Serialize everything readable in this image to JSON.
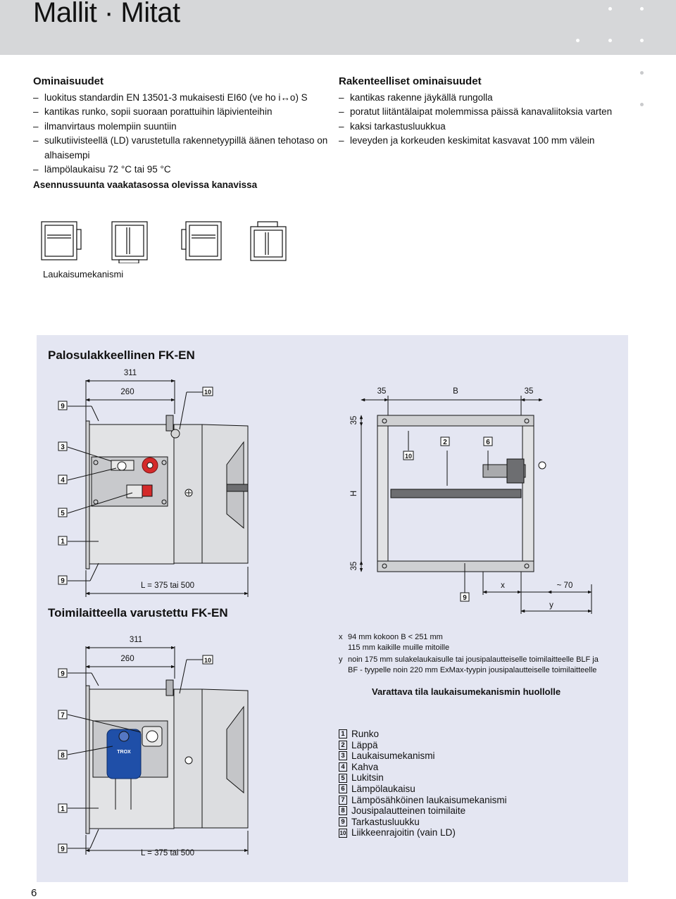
{
  "header": {
    "title": "Mallit · Mitat"
  },
  "features": {
    "heading": "Ominaisuudet",
    "items": [
      "luokitus standardin EN 13501-3 mukaisesti EI60 (ve ho i↔o) S",
      "kantikas runko, sopii suoraan porattuihin läpivienteihin",
      "ilmanvirtaus molempiin suuntiin",
      "sulkutiivisteellä (LD) varustetulla rakennetyypillä äänen tehotaso on alhaisempi",
      "lämpölaukaisu 72 °C tai 95 °C"
    ],
    "install_note": "Asennussuunta vaakatasossa olevissa kanavissa"
  },
  "construction": {
    "heading": "Rakenteelliset ominaisuudet",
    "items": [
      "kantikas rakenne jäykällä rungolla",
      "poratut liitäntälaipat molemmissa päissä kanavaliitoksia varten",
      "kaksi tarkastusluukkua",
      "leveyden ja korkeuden keskimitat kasvavat 100 mm välein"
    ]
  },
  "orientation": {
    "label": "Laukaisumekanismi"
  },
  "diagram_top": {
    "title": "Palosulakkeellinen FK-EN",
    "dim_311": "311",
    "dim_260": "260",
    "dim_L": "L = 375 tai 500",
    "dim_35a": "35",
    "dim_B": "B",
    "dim_35b": "35",
    "dim_35v1": "35",
    "dim_H": "H",
    "dim_35v2": "35",
    "dim_x": "x",
    "dim_70": "~ 70",
    "dim_y": "y",
    "callouts_left": [
      "9",
      "3",
      "4",
      "5",
      "1",
      "9"
    ],
    "callout_10": "10",
    "callout_2": "2",
    "callout_6": "6",
    "callout_10b": "10",
    "callout_9b": "9"
  },
  "diagram_bottom": {
    "title": "Toimilaitteella varustettu FK-EN",
    "dim_311": "311",
    "dim_260": "260",
    "dim_L": "L = 375 tai 500",
    "callouts_left": [
      "9",
      "7",
      "8",
      "1",
      "9"
    ],
    "callout_10": "10",
    "actuator_brand": "TROX"
  },
  "notes": {
    "x_key": "x",
    "x_line1": "94 mm kokoon B < 251 mm",
    "x_line2": "115 mm kaikille muille mitoille",
    "y_key": "y",
    "y_line1": "noin 175 mm sulakelaukaisulle tai jousipalautteiselle toimilaitteelle BLF ja",
    "y_line2": "BF - tyypelle noin 220 mm ExMax-tyypin jousipalautteiselle toimilaitteelle"
  },
  "space_note": "Varattava tila laukaisumekanismin huollolle",
  "legend": [
    {
      "num": "1",
      "label": "Runko"
    },
    {
      "num": "2",
      "label": "Läppä"
    },
    {
      "num": "3",
      "label": "Laukaisumekanismi"
    },
    {
      "num": "4",
      "label": "Kahva"
    },
    {
      "num": "5",
      "label": "Lukitsin"
    },
    {
      "num": "6",
      "label": "Lämpölaukaisu"
    },
    {
      "num": "7",
      "label": "Lämpösähköinen laukaisumekanismi"
    },
    {
      "num": "8",
      "label": "Jousipalautteinen toimilaite"
    },
    {
      "num": "9",
      "label": "Tarkastusluukku"
    },
    {
      "num": "10",
      "label": "Liikkeenrajoitin (vain LD)"
    }
  ],
  "page_number": "6",
  "colors": {
    "header_bg": "#d6d7d9",
    "panel_bg": "#e4e6f2",
    "handle_red": "#d42a2a",
    "actuator_blue": "#1f4fa8"
  }
}
